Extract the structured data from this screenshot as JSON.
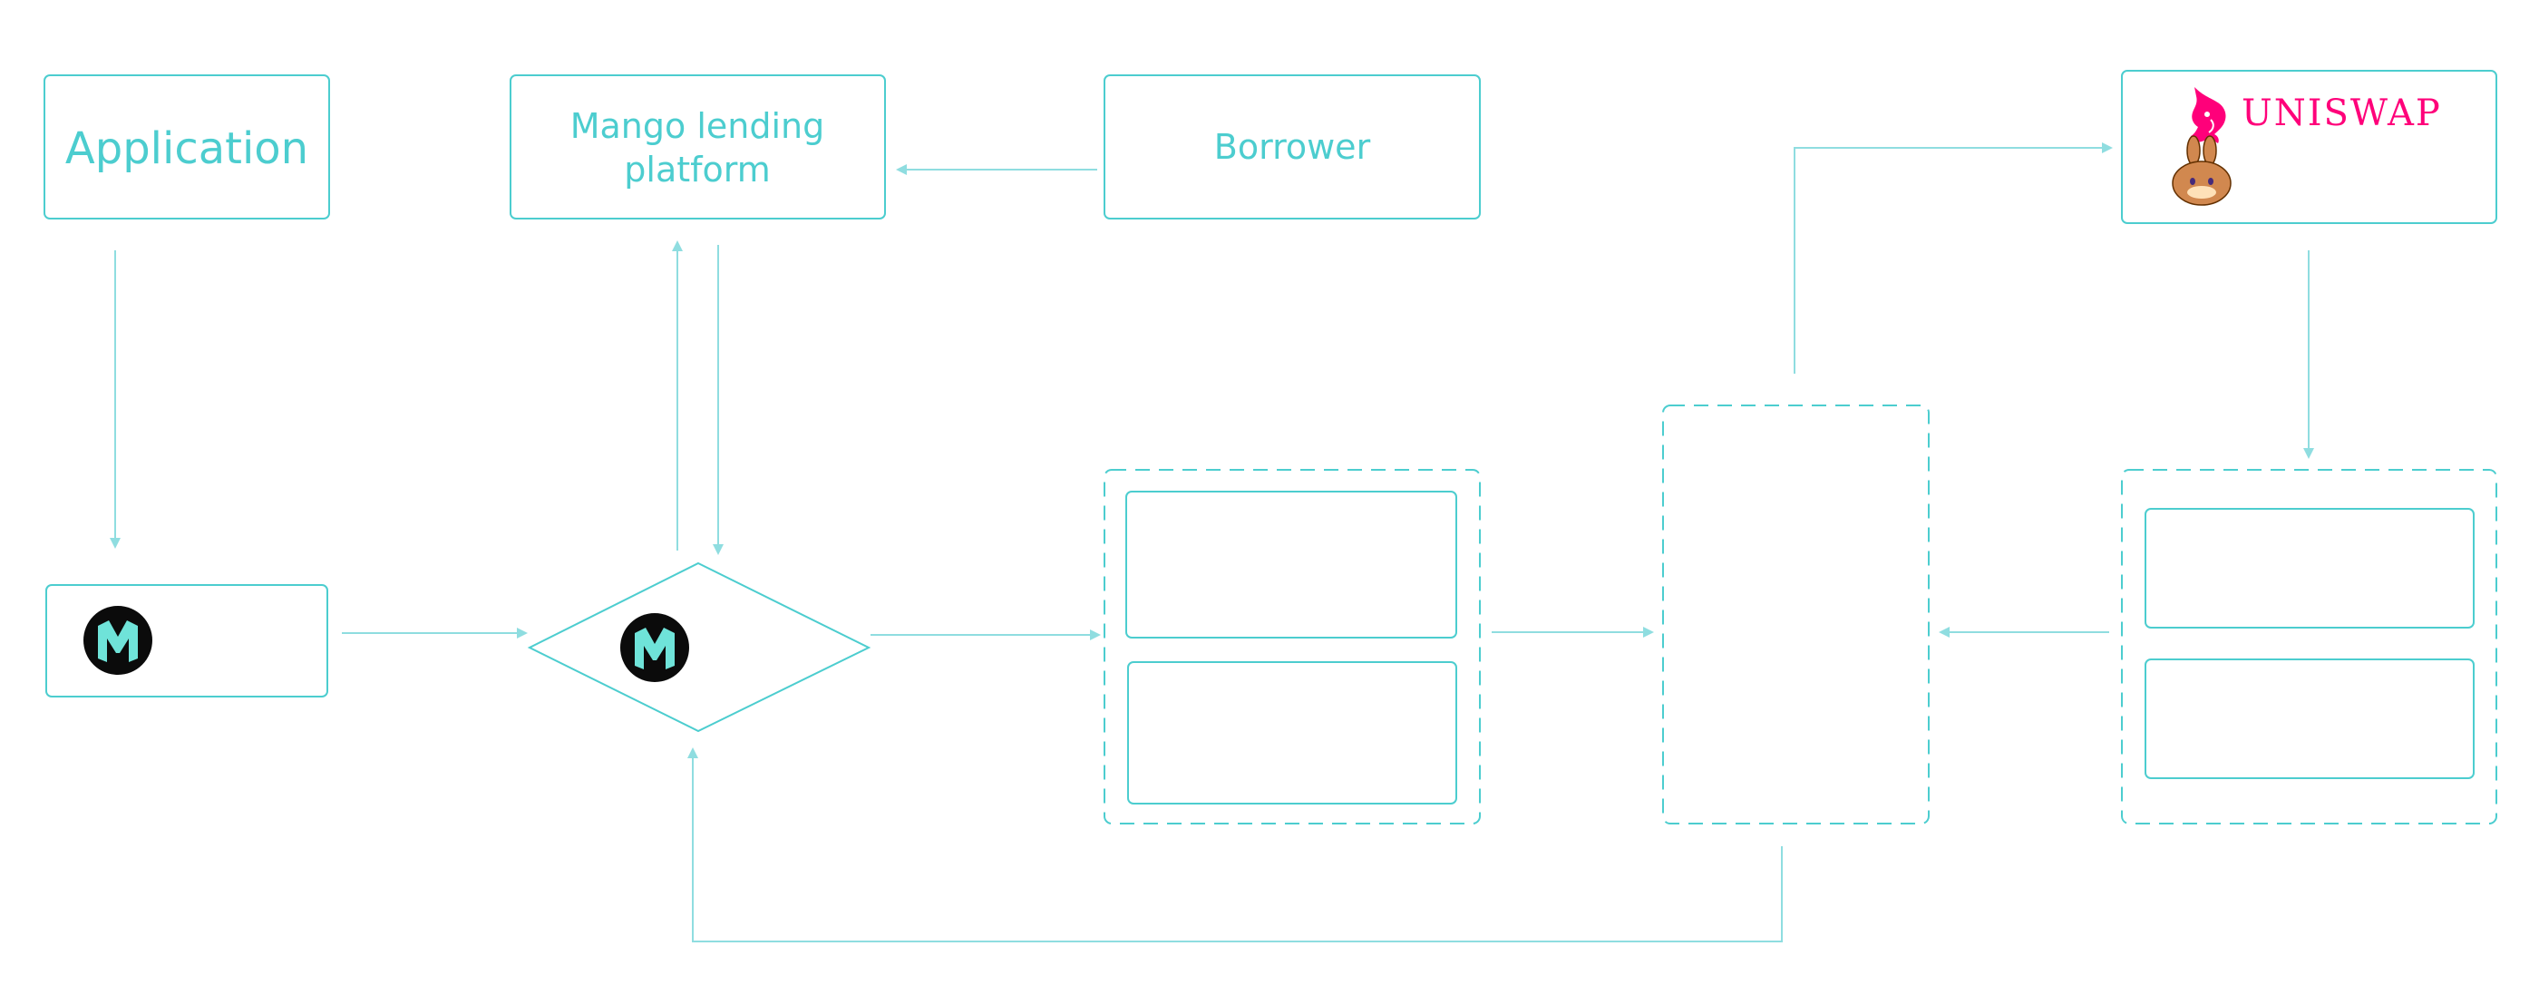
{
  "nodes": {
    "application": {
      "label": "Application"
    },
    "mango_platform": {
      "label_line1": "Mango lending",
      "label_line2": "platform"
    },
    "borrower": {
      "label": "Borrower"
    },
    "uniswap": {
      "logo_text": "UNISWAP"
    }
  },
  "icons": {
    "mango_logo": "mango-markets-logo-icon",
    "uniswap_logo": "uniswap-unicorn-icon",
    "pancakeswap_logo": "pancakeswap-bunny-icon"
  },
  "colors": {
    "stroke": "#4ccdcf",
    "arrow": "#8fdde0",
    "text": "#4ccdcf",
    "uniswap_pink": "#ff007a",
    "pancake_brown": "#d1884f",
    "mango_logo_bg": "#0b0b0b",
    "mango_logo_fg": "#6fe3d9"
  }
}
